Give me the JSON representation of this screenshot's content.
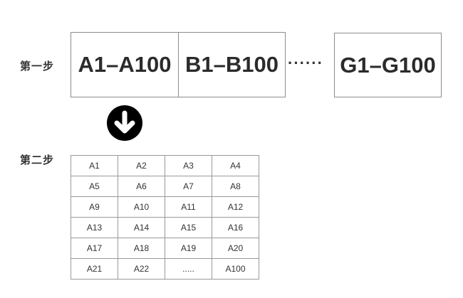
{
  "steps": {
    "step1_label": "第一步",
    "step2_label": "第二步"
  },
  "boxes": [
    "A1–A100",
    "B1–B100",
    "G1–G100"
  ],
  "ellipsis": "······",
  "arrow_icon": "arrow-down-circle-icon",
  "grid": [
    [
      "A1",
      "A2",
      "A3",
      "A4"
    ],
    [
      "A5",
      "A6",
      "A7",
      "A8"
    ],
    [
      "A9",
      "A10",
      "A11",
      "A12"
    ],
    [
      "A13",
      "A14",
      "A15",
      "A16"
    ],
    [
      "A17",
      "A18",
      "A19",
      "A20"
    ],
    [
      "A21",
      "A22",
      ".....",
      "A100"
    ]
  ],
  "colors": {
    "text": "#333333",
    "border": "#8c8c8c",
    "arrow_fill": "#000000"
  }
}
